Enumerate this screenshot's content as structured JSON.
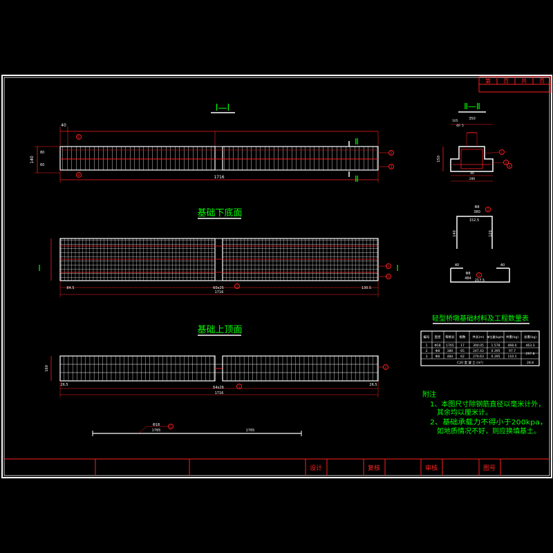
{
  "title_block": {
    "top_cells": [
      "第",
      "页",
      "共",
      "页"
    ],
    "bottom_cells": [
      "设计",
      "复核",
      "审核",
      "图号"
    ]
  },
  "views": {
    "section_1": {
      "title": "Ⅰ—Ⅰ",
      "cut_mark": "Ⅱ",
      "dim_top": "40",
      "dim_total": "1716",
      "dim_h1": "140",
      "dim_h2": "80",
      "dim_h3": "60",
      "callouts": [
        "1",
        "2",
        "3",
        "4"
      ]
    },
    "section_2": {
      "title": "Ⅱ—Ⅱ",
      "dims": [
        "350",
        "105",
        "40",
        "5",
        "40",
        "280",
        "150"
      ],
      "callouts": [
        "1",
        "2",
        "4"
      ]
    },
    "bottom_plan": {
      "title": "基础下底面",
      "cut_mark": "Ⅰ",
      "dim_left": "84.5",
      "dim_right": "130.5",
      "dim_total": "1716",
      "dim_mid": "60x25",
      "callouts": [
        "1",
        "2",
        "3"
      ]
    },
    "top_plan": {
      "title": "基础上顶面",
      "dim_left": "26.5",
      "dim_right": "26.5",
      "dim_mid": "64x26",
      "dim_total": "1716",
      "dim_h": "160",
      "callouts": [
        "1",
        "2"
      ]
    },
    "bar_detail": {
      "dims": [
        "Φ8",
        "380",
        "152.5",
        "140",
        "120",
        "40",
        "40",
        "Φ8",
        "484",
        "217.5"
      ],
      "callouts": [
        "2",
        "3"
      ]
    },
    "rebar_line": {
      "dim_left": "1765",
      "dim_right": "1765",
      "label": "Φ18",
      "callout": "1"
    }
  },
  "quantity_table": {
    "title": "轻型桥墩基础材料及工程数量表",
    "headers": [
      "编号",
      "直径",
      "每根长",
      "根数",
      "共长(m)",
      "单位重(kg/m)",
      "共重(kg)",
      "总重(kg)"
    ],
    "rows": [
      [
        "1",
        "Φ18",
        "1765",
        "17",
        "300.05",
        "1.578",
        "468.0",
        "463.3"
      ],
      [
        "2",
        "Φ8",
        "380",
        "65",
        "247.43",
        "0.395",
        "97.7",
        "297.8"
      ],
      [
        "3",
        "Φ8",
        "484",
        "62",
        "270.63",
        "0.395",
        "110.1",
        ""
      ]
    ],
    "footer_label": "C20 混 凝 土 (m³)",
    "footer_value": "28.8"
  },
  "notes": {
    "heading": "附注",
    "lines": [
      "1、本图尺寸除钢筋直径以毫米计外，",
      "其余均以厘米计。",
      "2、基础承载力不得小于200kpa，",
      "如地质情况不好，则应换填基土。"
    ]
  },
  "colors": {
    "frame": "#ffffff",
    "drawing": "#ff2020",
    "text": "#00ff00",
    "background": "#000000"
  }
}
